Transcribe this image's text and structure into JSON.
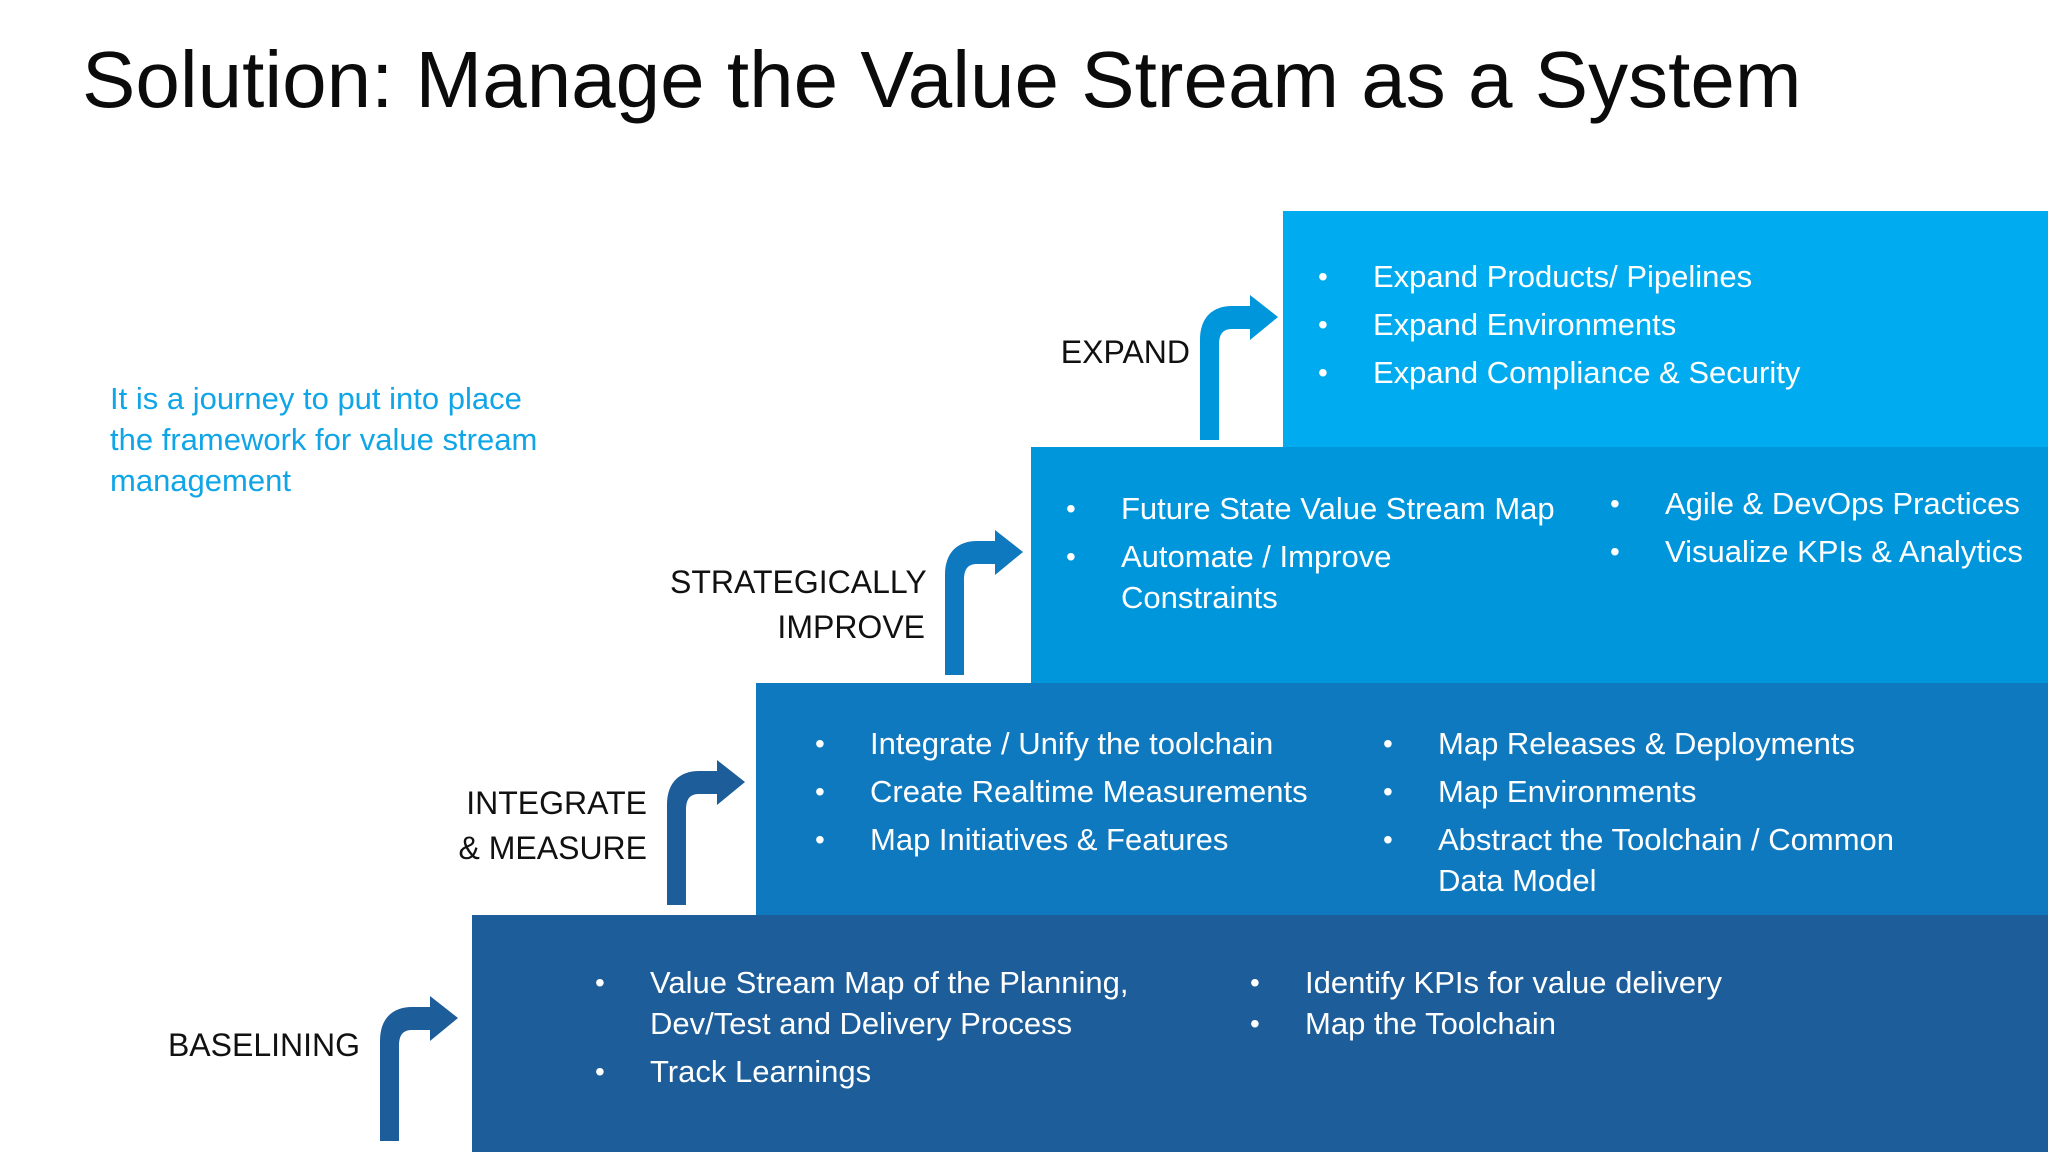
{
  "title": "Solution: Manage the Value Stream as a System",
  "intro": {
    "line1": "It is a journey to put into place",
    "line2": "the framework for value stream",
    "line3": "management"
  },
  "stages": {
    "expand": {
      "label": "EXPAND",
      "bullets": [
        "Expand Products/ Pipelines",
        "Expand Environments",
        "Expand Compliance & Security"
      ]
    },
    "improve": {
      "label_line1": "STRATEGICALLY",
      "label_line2": "IMPROVE",
      "left_bullets": [
        "Future State Value Stream Map",
        "Automate / Improve",
        "Constraints"
      ],
      "right_bullets": [
        "Agile & DevOps Practices",
        "Visualize KPIs & Analytics"
      ]
    },
    "integrate": {
      "label_line1": "INTEGRATE",
      "label_line2": "& MEASURE",
      "left_bullets": [
        "Integrate / Unify the toolchain",
        "Create Realtime Measurements",
        "Map Initiatives & Features"
      ],
      "right_bullets": [
        "Map Releases & Deployments",
        "Map Environments",
        "Abstract the Toolchain / Common",
        "Data Model"
      ]
    },
    "baseline": {
      "label": "BASELINING",
      "left_bullets": [
        "Value Stream Map of the Planning,",
        "Dev/Test and Delivery Process",
        "Track Learnings"
      ],
      "right_bullets": [
        "Identify KPIs for value delivery",
        "Map the Toolchain"
      ]
    }
  },
  "colors": {
    "expand": "#00acef",
    "improve": "#0096dc",
    "integrate": "#0f79c0",
    "baseline": "#1d5e9a",
    "intro_text": "#10a5e6"
  },
  "icons": {
    "stage_arrow": "arrow-up-right-icon"
  }
}
